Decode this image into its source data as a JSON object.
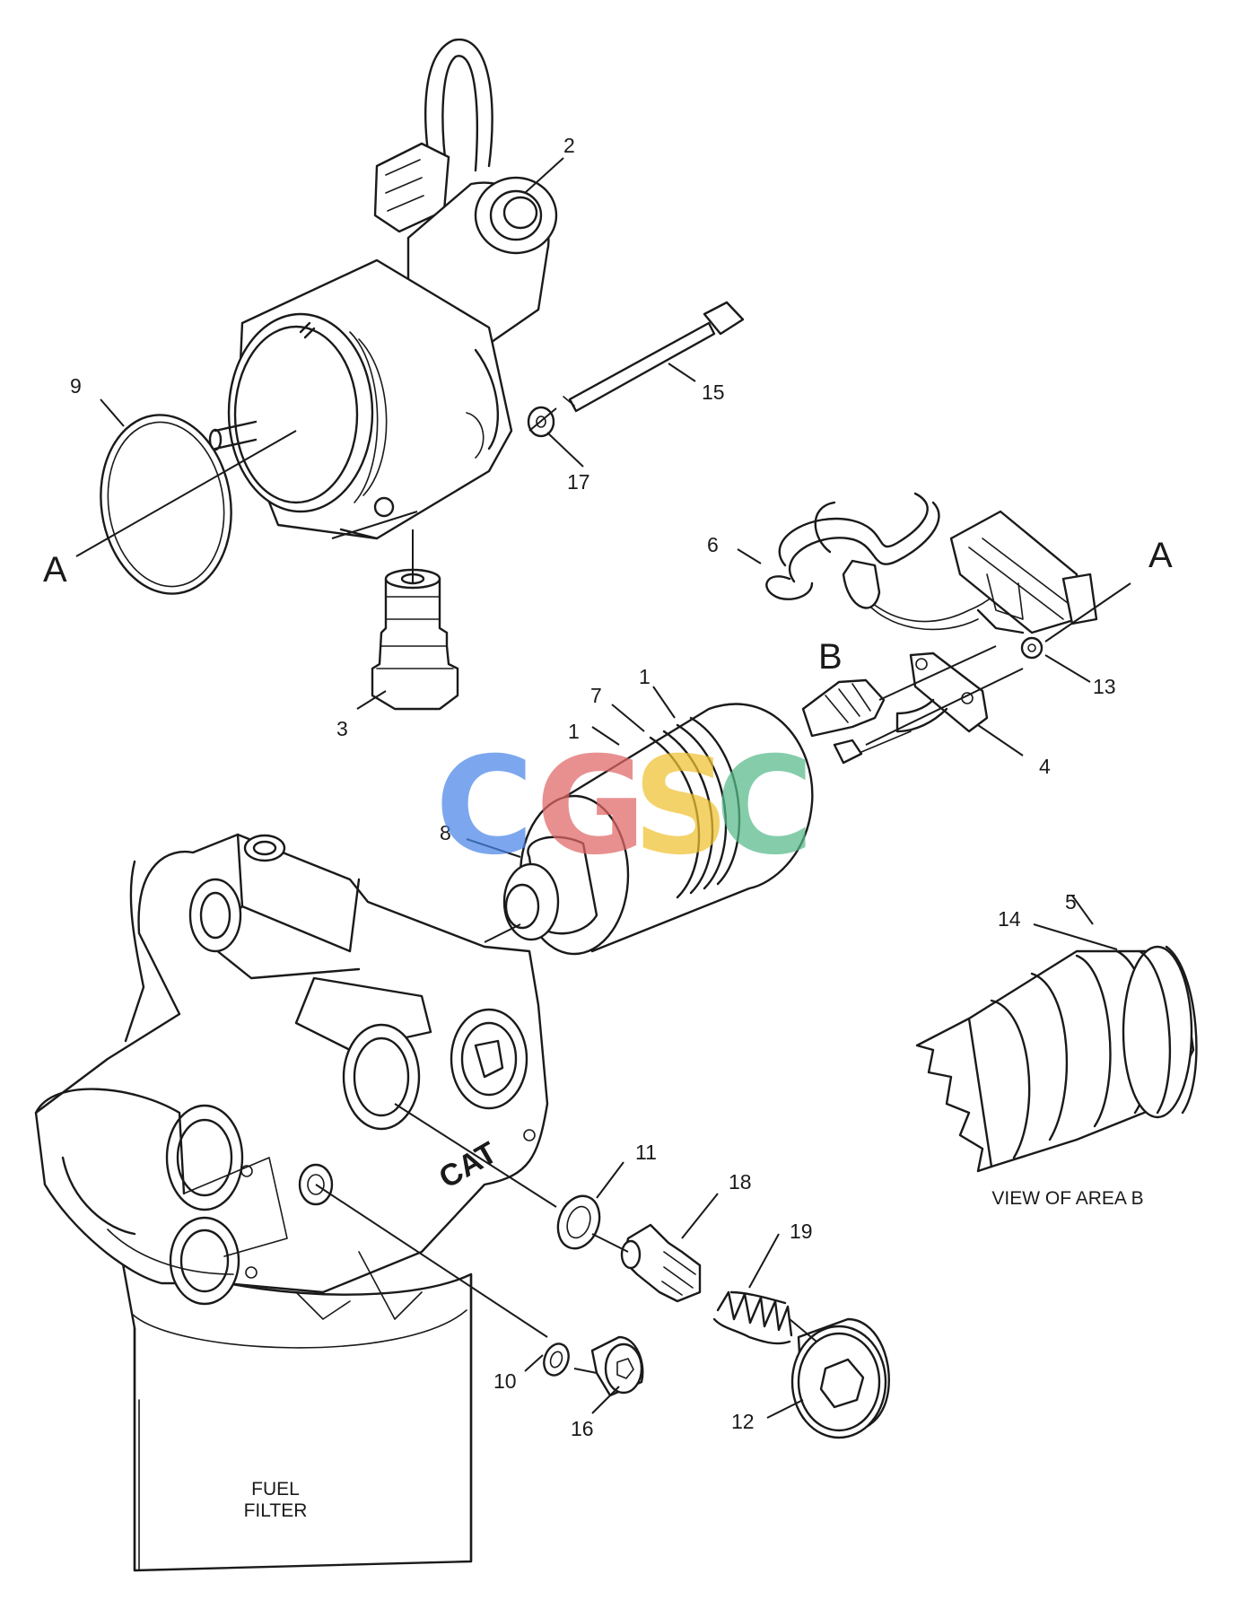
{
  "callouts": {
    "c1a": "1",
    "c1b": "1",
    "c2": "2",
    "c3": "3",
    "c4": "4",
    "c5": "5",
    "c6": "6",
    "c7": "7",
    "c8": "8",
    "c9": "9",
    "c10": "10",
    "c11": "11",
    "c12": "12",
    "c13": "13",
    "c14": "14",
    "c15": "15",
    "c16": "16",
    "c17": "17",
    "c18": "18",
    "c19": "19"
  },
  "markers": {
    "a_left": "A",
    "a_right": "A",
    "b": "B"
  },
  "labels": {
    "view_of_area_b": "VIEW OF AREA B",
    "fuel_line1": "FUEL",
    "fuel_line2": "FILTER",
    "cat_logo": "CAT"
  },
  "watermark": {
    "letters": [
      "C",
      "G",
      "S",
      "C"
    ],
    "colors": [
      "#4a86e8",
      "#e06666",
      "#f1c232",
      "#57bb8a"
    ]
  }
}
